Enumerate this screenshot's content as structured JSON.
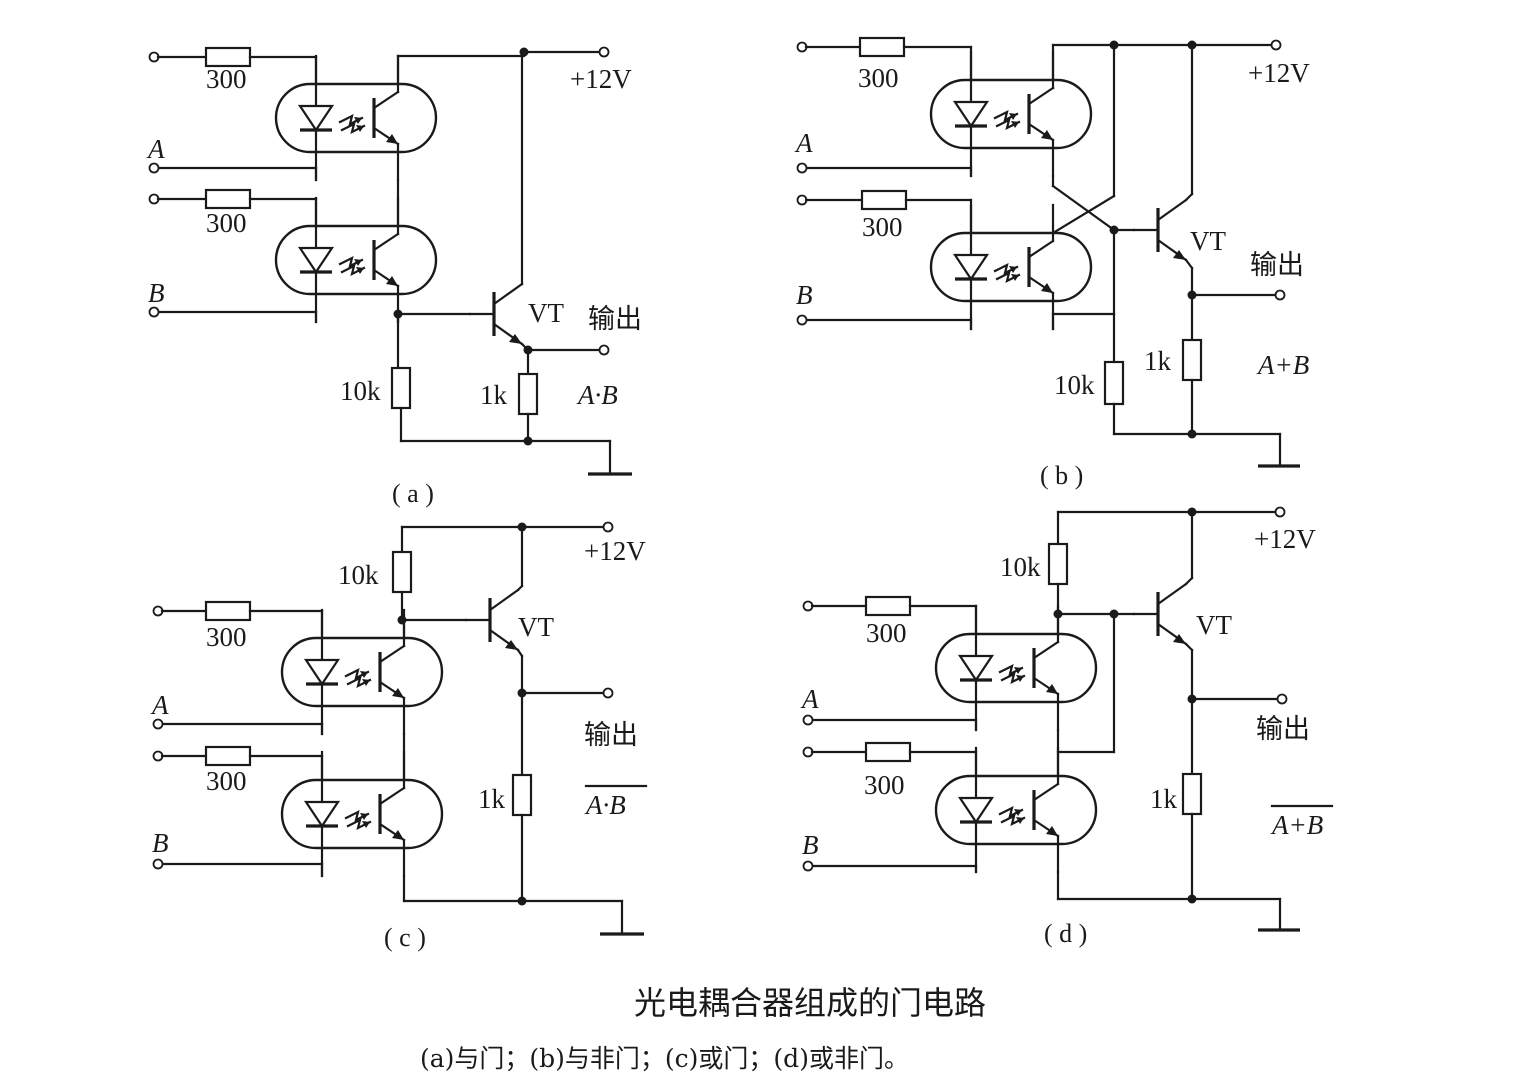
{
  "figure": {
    "title": "光电耦合器组成的门电路",
    "subtitle": "(a)与门；(b)与非门；(c)或门；(d)或非门。"
  },
  "panels": {
    "a": {
      "caption": "( a )",
      "resistor_in_1": "300",
      "resistor_in_2": "300",
      "input_1": "A",
      "input_2": "B",
      "supply": "+12V",
      "transistor": "VT",
      "output_label": "输出",
      "resistor_base": "10k",
      "resistor_load": "1k",
      "logic": "A·B"
    },
    "b": {
      "caption": "( b )",
      "resistor_in_1": "300",
      "resistor_in_2": "300",
      "input_1": "A",
      "input_2": "B",
      "supply": "+12V",
      "transistor": "VT",
      "output_label": "输出",
      "resistor_base": "10k",
      "resistor_load": "1k",
      "logic": "A+B"
    },
    "c": {
      "caption": "( c )",
      "resistor_in_1": "300",
      "resistor_in_2": "300",
      "input_1": "A",
      "input_2": "B",
      "supply": "+12V",
      "transistor": "VT",
      "output_label": "输出",
      "resistor_base": "10k",
      "resistor_load": "1k",
      "logic": "A·B"
    },
    "d": {
      "caption": "( d )",
      "resistor_in_1": "300",
      "resistor_in_2": "300",
      "input_1": "A",
      "input_2": "B",
      "supply": "+12V",
      "transistor": "VT",
      "output_label": "输出",
      "resistor_base": "10k",
      "resistor_load": "1k",
      "logic": "A+B"
    }
  }
}
